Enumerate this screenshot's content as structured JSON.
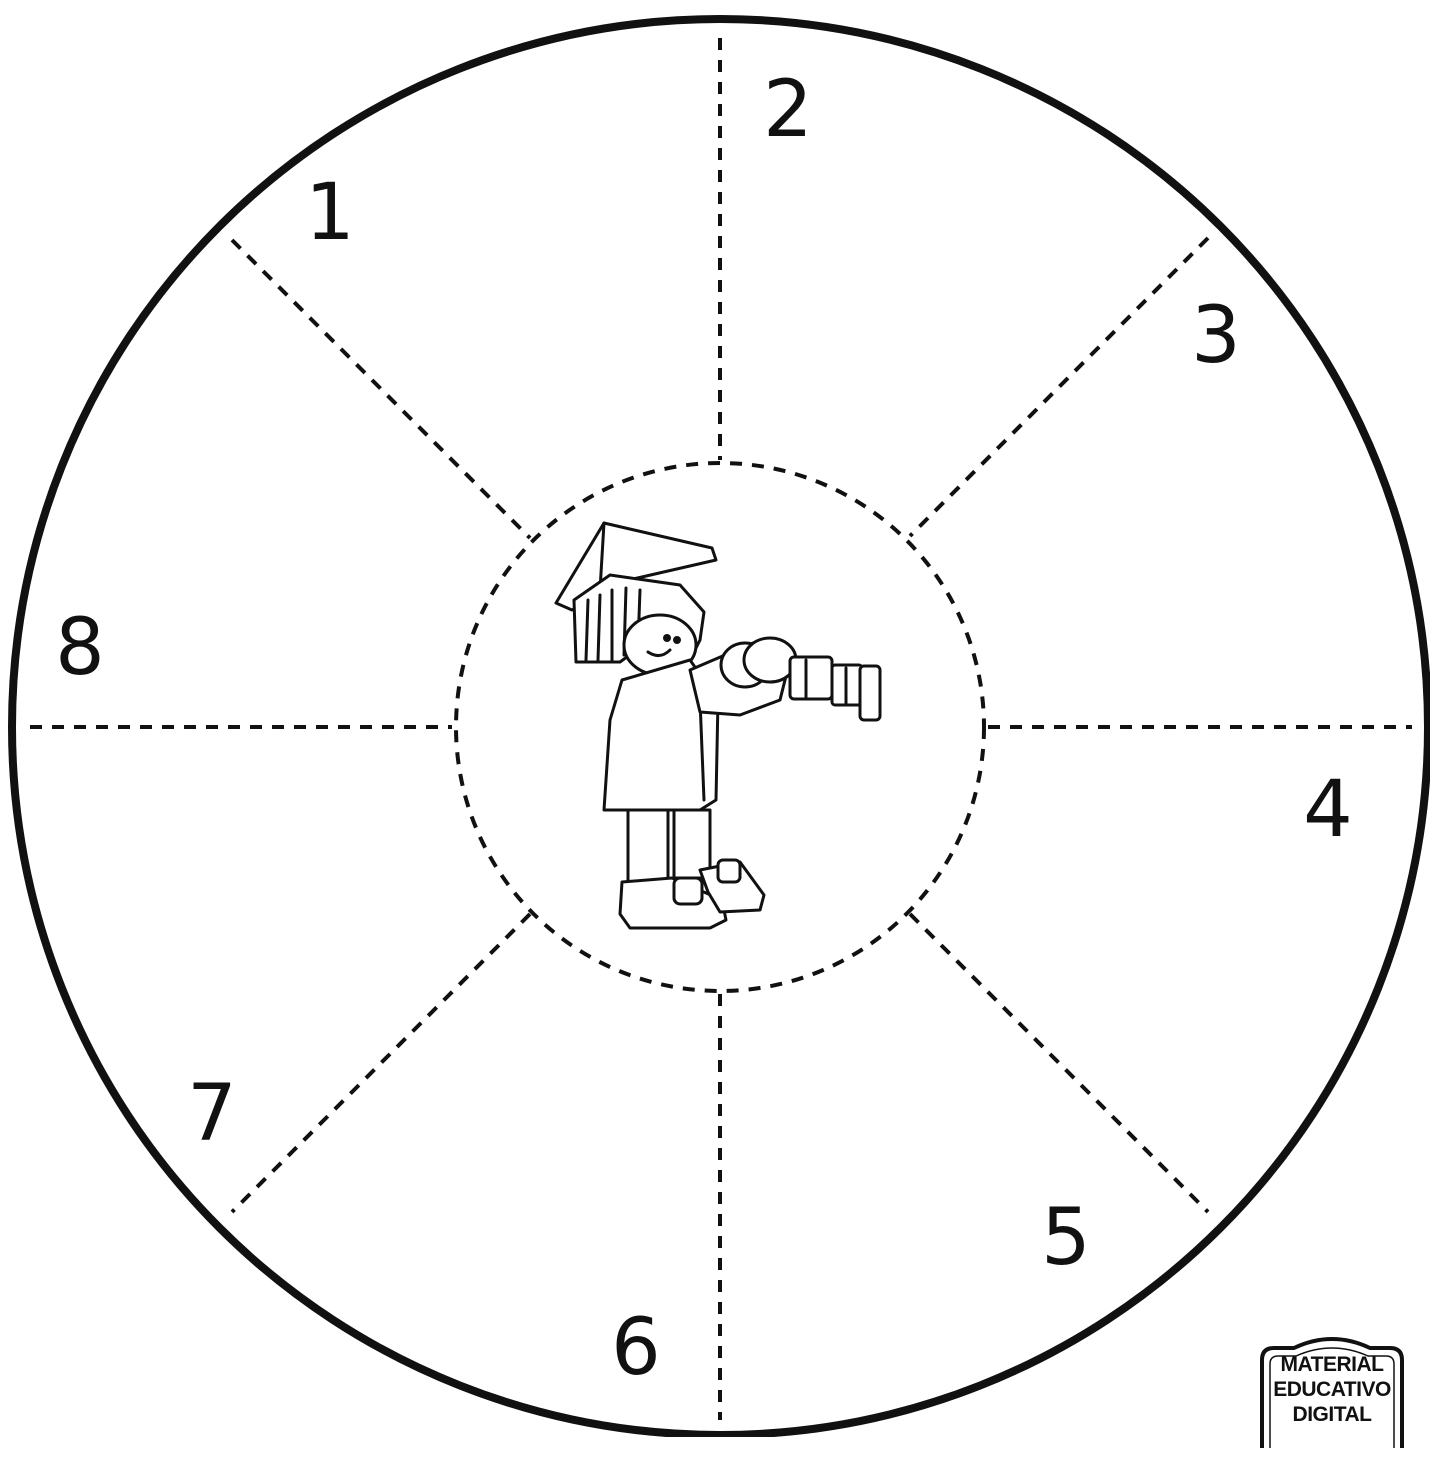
{
  "wheel": {
    "sections": [
      {
        "label": "1"
      },
      {
        "label": "2"
      },
      {
        "label": "3"
      },
      {
        "label": "4"
      },
      {
        "label": "5"
      },
      {
        "label": "6"
      },
      {
        "label": "7"
      },
      {
        "label": "8"
      }
    ],
    "center_illustration": "child-with-spyglass"
  },
  "logo": {
    "line1": "MATERIAL",
    "line2": "EDUCATIVO",
    "line3": "DIGITAL"
  },
  "colors": {
    "line": "#111111",
    "background": "#ffffff"
  }
}
